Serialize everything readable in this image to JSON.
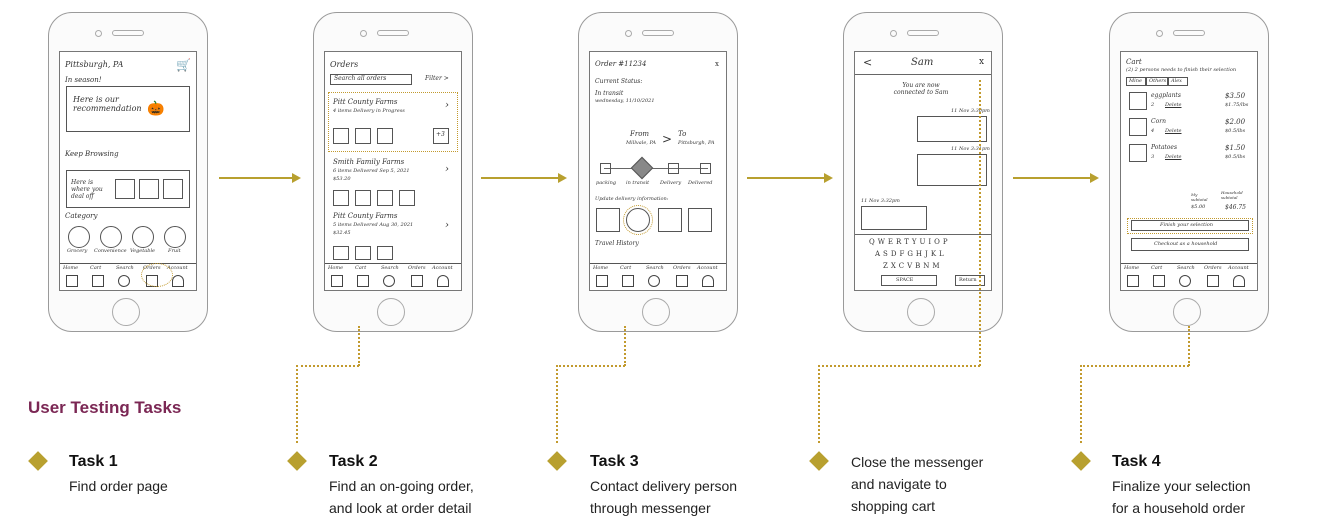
{
  "heading": "User Testing Tasks",
  "tasks": [
    {
      "title": "Task 1",
      "lines": [
        "Find order page"
      ]
    },
    {
      "title": "Task 2",
      "lines": [
        "Find an on-going order,",
        "and look at order detail"
      ]
    },
    {
      "title": "Task 3",
      "lines": [
        "Contact delivery person",
        "through messenger"
      ]
    },
    {
      "title": "",
      "lines": [
        "Close the messenger",
        "and navigate to",
        "shopping cart"
      ]
    },
    {
      "title": "Task 4",
      "lines": [
        "Finalize your selection",
        "for a household order"
      ]
    }
  ],
  "colors": {
    "accent": "#b8a02f",
    "heading": "#7b2754",
    "dotted": "#c29a2e"
  },
  "screens": {
    "home": {
      "location": "Pittsburgh, PA",
      "in_season": "In season!",
      "rec": "Here is our recommendation",
      "keep_browsing": "Keep Browsing",
      "deal": "Here is where you deal off",
      "category": "Category",
      "cats": [
        "Grocery",
        "Convenience",
        "Vegetable",
        "Fruit"
      ]
    },
    "orders": {
      "title": "Orders",
      "search": "Search all orders",
      "filter": "Filter >",
      "o1_name": "Pitt County Farms",
      "o1_meta": "4 items  Delivery in Progress",
      "o1_plus": "+3",
      "o2_name": "Smith Family Farms",
      "o2_meta": "6 items  Delivered Sep 5, 2021",
      "o2_price": "$53.20",
      "o3_name": "Pitt County Farms",
      "o3_meta": "5 items  Delivered Aug 30, 2021",
      "o3_price": "$32.45"
    },
    "detail": {
      "title": "Order #11234",
      "close": "x",
      "status_label": "Current Status:",
      "status": "In transit",
      "date": "wednesday, 11/10/2021",
      "from": "From",
      "from_city": "Millvale, PA",
      "to": "To",
      "to_city": "Pittsburgh, PA",
      "steps": [
        "packing",
        "in transit",
        "Delivery",
        "Delivered"
      ],
      "contact": "Update delivery information:",
      "travel": "Travel History"
    },
    "chat": {
      "back": "<",
      "name": "Sam",
      "close": "x",
      "intro": "You are now connected to Sam",
      "t1": "11 Nov 3:30pm",
      "t2": "11 Nov 3:31pm",
      "t3": "11 Nov 3:32pm",
      "keys1": "QWERTYUIOP",
      "keys2": "ASDFGHJKL",
      "keys3": "ZXCVBNM",
      "space": "SPACE",
      "ret": "Return"
    },
    "cart": {
      "title": "Cart",
      "note": "(2) 2 persons needs to finish their selection",
      "tabs": [
        "Mine",
        "Others",
        "Alex"
      ],
      "items": [
        {
          "name": "eggplants",
          "qty": "2",
          "action": "Delete",
          "price": "$3.50",
          "unit": "$1.75/lbs"
        },
        {
          "name": "Corn",
          "qty": "4",
          "action": "Delete",
          "price": "$2.00",
          "unit": "$0.5/lbs"
        },
        {
          "name": "Potatoes",
          "qty": "3",
          "action": "Delete",
          "price": "$1.50",
          "unit": "$0.5/lbs"
        }
      ],
      "my_sub_label": "My subtotal",
      "my_sub": "$5.00",
      "hh_sub_label": "Household subtotal",
      "hh_sub": "$46.75",
      "finish": "Finish your selection",
      "checkout": "Checkout as a household"
    },
    "nav": [
      "Home",
      "Cart",
      "Search",
      "Orders",
      "Account"
    ]
  }
}
